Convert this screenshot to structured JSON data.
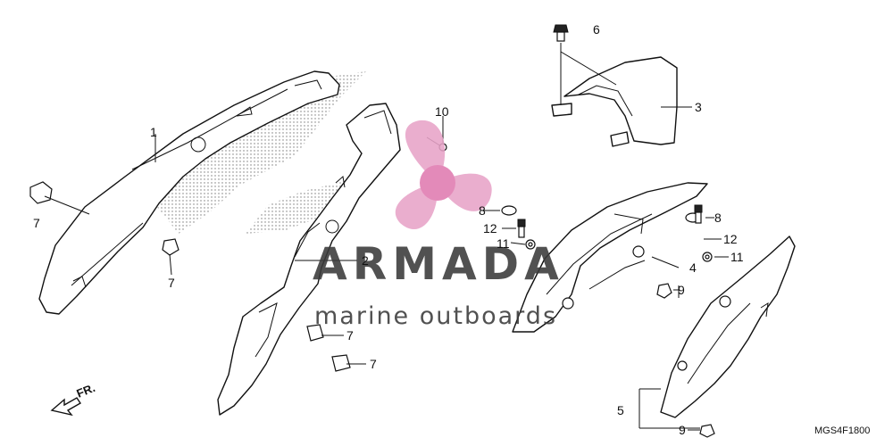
{
  "diagram": {
    "drawing_code": "MGS4F1800",
    "direction_label": "FR.",
    "callouts": [
      {
        "id": "c1",
        "label": "1"
      },
      {
        "id": "c2",
        "label": "2"
      },
      {
        "id": "c3",
        "label": "3"
      },
      {
        "id": "c4",
        "label": "4"
      },
      {
        "id": "c5",
        "label": "5"
      },
      {
        "id": "c6",
        "label": "6"
      },
      {
        "id": "c7a",
        "label": "7"
      },
      {
        "id": "c7b",
        "label": "7"
      },
      {
        "id": "c7c",
        "label": "7"
      },
      {
        "id": "c7d",
        "label": "7"
      },
      {
        "id": "c8a",
        "label": "8"
      },
      {
        "id": "c8b",
        "label": "8"
      },
      {
        "id": "c9a",
        "label": "9"
      },
      {
        "id": "c9b",
        "label": "9"
      },
      {
        "id": "c10",
        "label": "10"
      },
      {
        "id": "c11a",
        "label": "11"
      },
      {
        "id": "c11b",
        "label": "11"
      },
      {
        "id": "c12a",
        "label": "12"
      },
      {
        "id": "c12b",
        "label": "12"
      }
    ]
  },
  "watermark": {
    "title": "ARMADA",
    "subtitle": "marine outboards",
    "title_color": "#3a3a3a",
    "subtitle_color": "#3a3a3a",
    "logo_color": "#e8a3c8",
    "logo_hub_color": "#e07ab0"
  }
}
